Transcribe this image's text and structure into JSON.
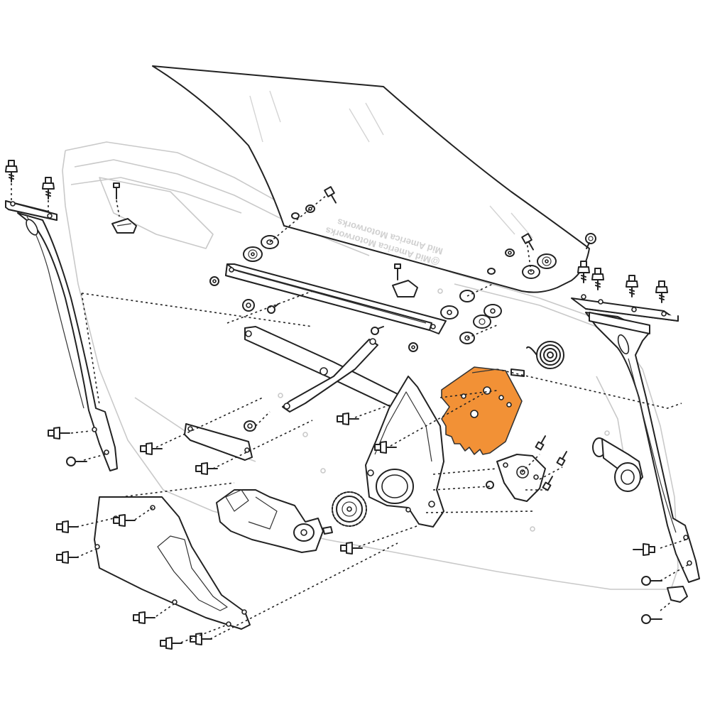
{
  "watermark": {
    "text": "@Mid America Motorworks",
    "secondary": "Mid America Motorworks"
  },
  "highlight": {
    "part": "window-regulator-sector-gear",
    "color": "#f29136"
  },
  "colors": {
    "line": "#222222",
    "ghost_outline": "#c9c9c9",
    "background": "#ffffff"
  }
}
